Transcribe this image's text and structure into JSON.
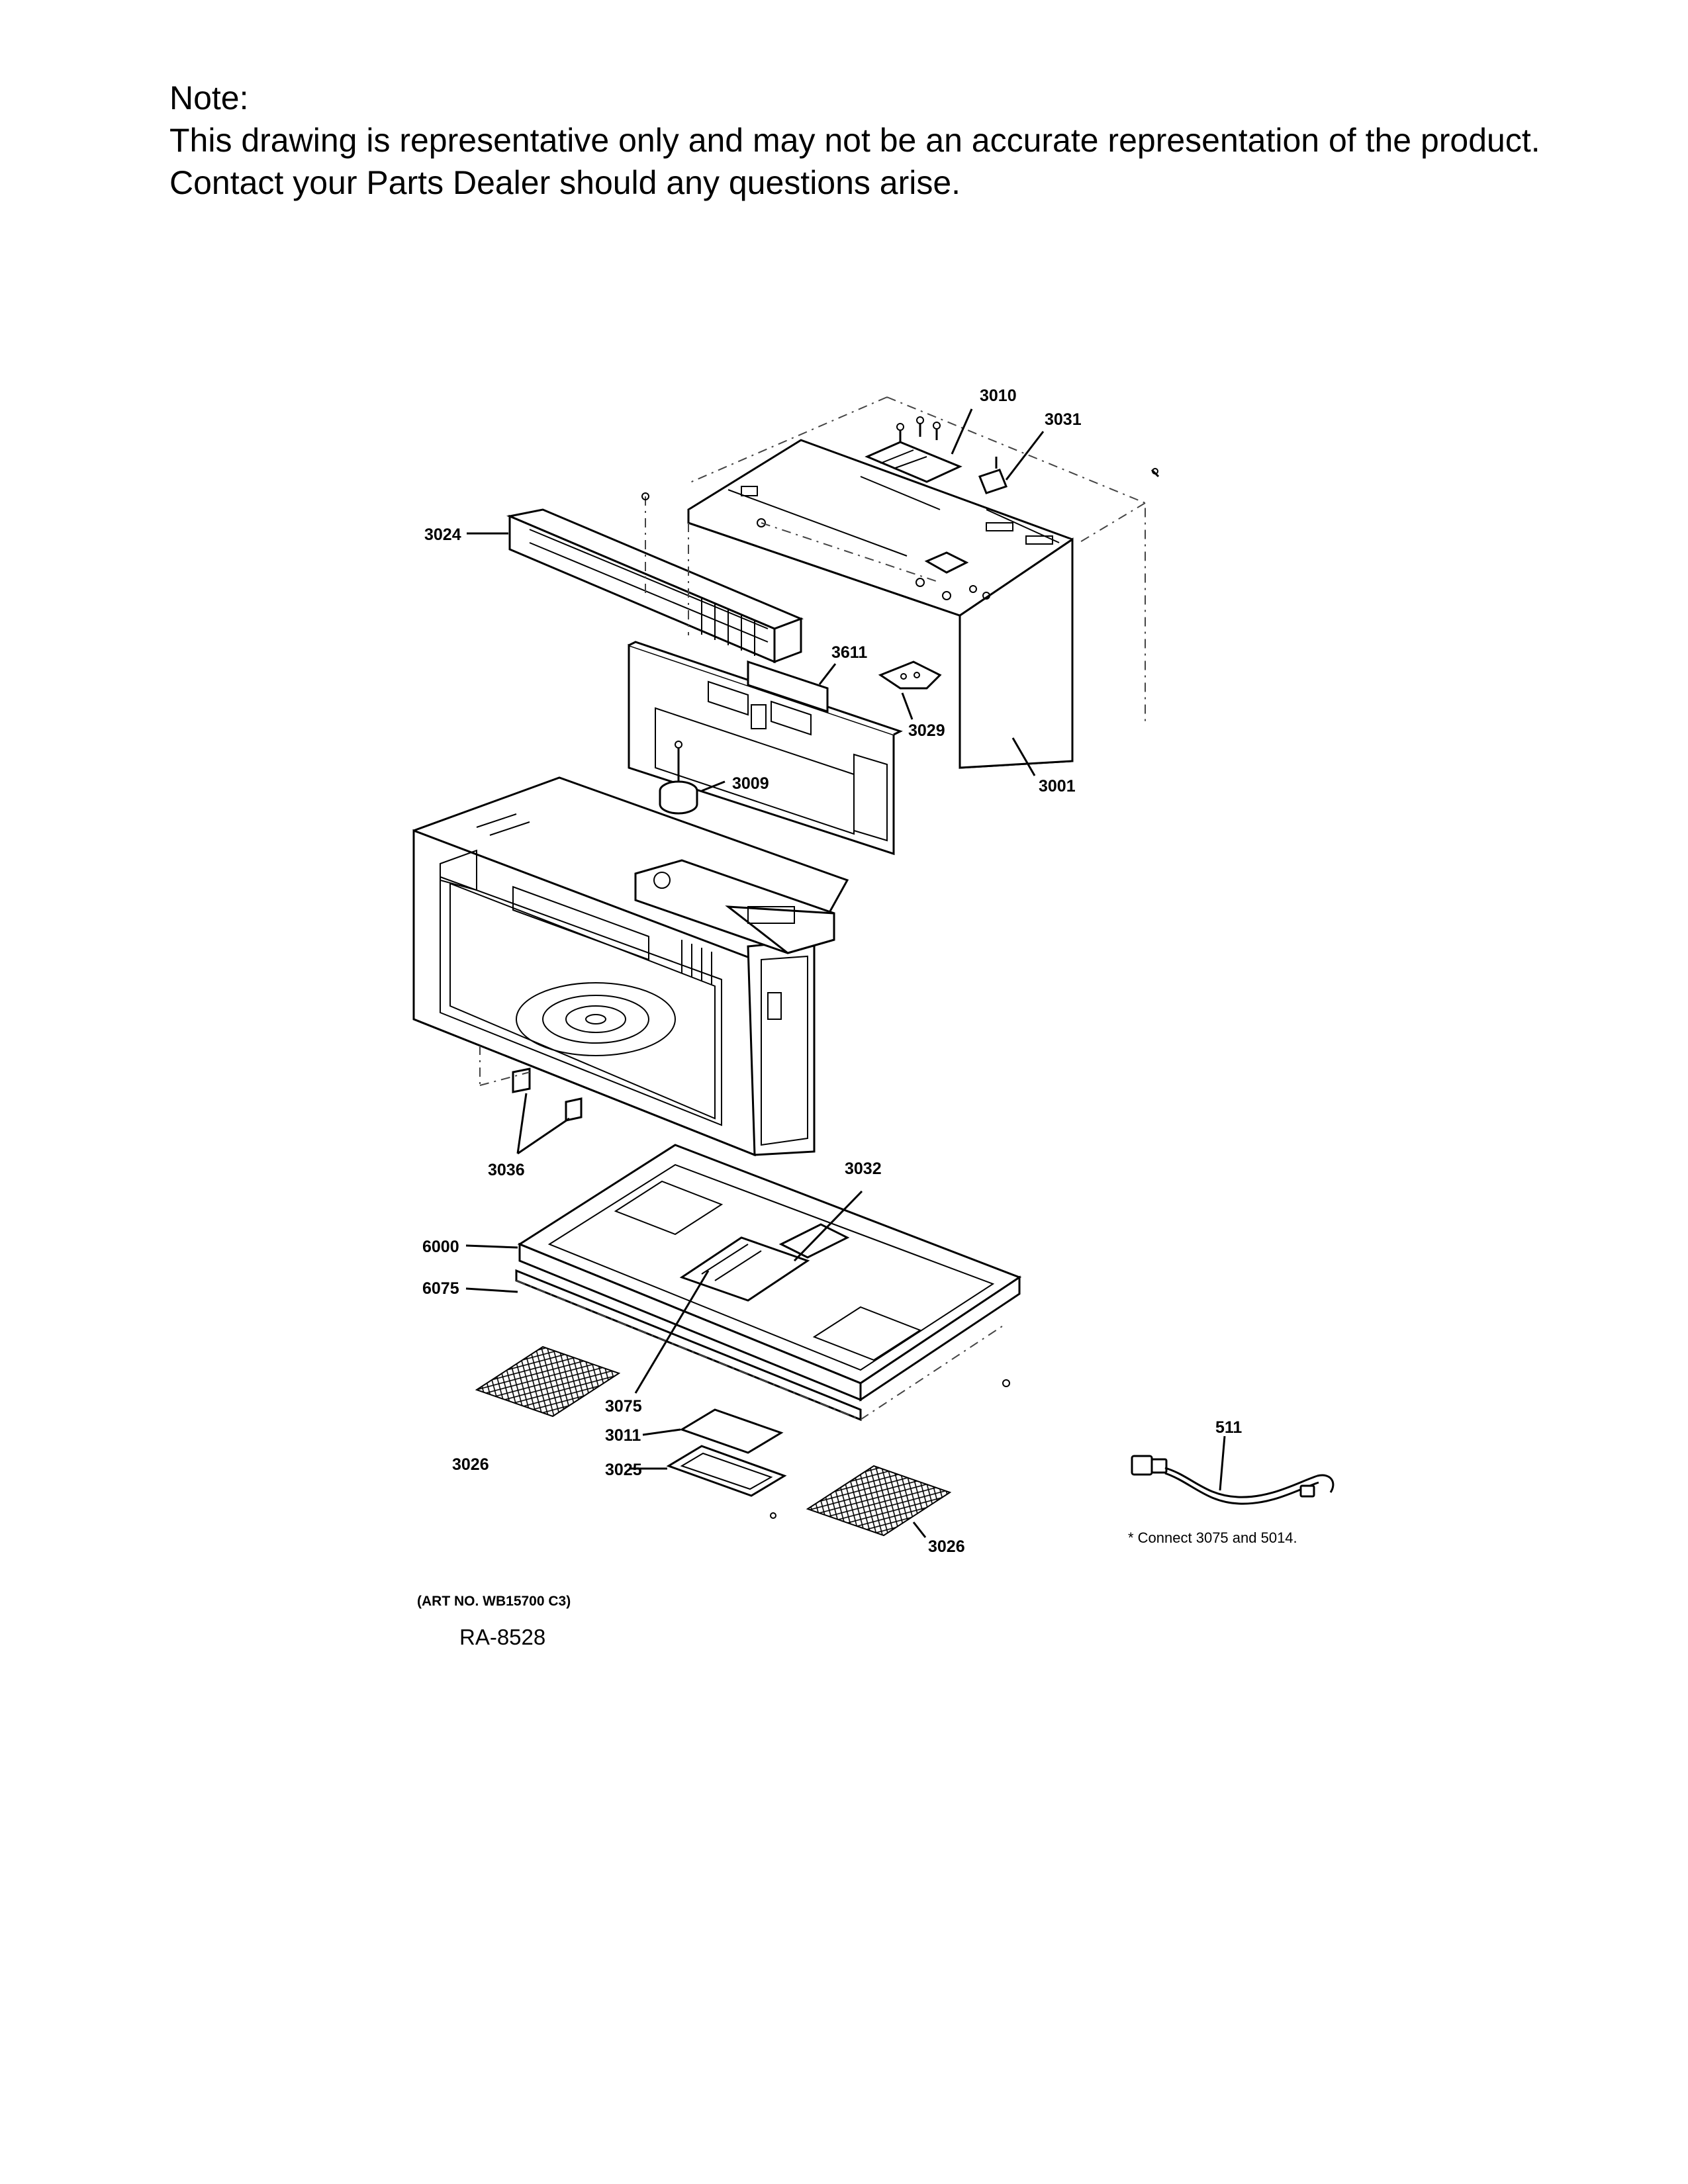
{
  "note": {
    "title": "Note:",
    "line1": "This drawing is representative only and may not be an accurate representation of the product.",
    "line2": "Contact your Parts Dealer should any questions arise."
  },
  "callouts": {
    "c3010": "3010",
    "c3031": "3031",
    "c3024": "3024",
    "c3611": "3611",
    "c3029": "3029",
    "c3001": "3001",
    "c3009": "3009",
    "c3036": "3036",
    "c3032": "3032",
    "c6000": "6000",
    "c6075": "6075",
    "c3075": "3075",
    "c3011": "3011",
    "c3025": "3025",
    "c3026a": "3026",
    "c3026b": "3026",
    "c511": "511"
  },
  "footnote": "* Connect 3075 and 5014.",
  "art_no": "(ART NO. WB15700 C3)",
  "ra_number": "RA-8528"
}
